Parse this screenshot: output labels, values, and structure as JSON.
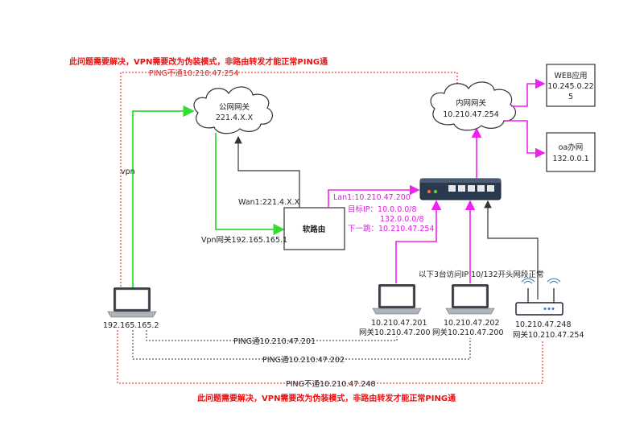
{
  "warnings": {
    "top": "此问题需要解决，VPN需要改为伪装模式，非路由转发才能正常PING通",
    "bottom": "此问题需要解决，VPN需要改为伪装模式，非路由转发才能正常PING通"
  },
  "clouds": {
    "public_gateway": {
      "title": "公网网关",
      "ip": "221.4.X.X"
    },
    "internal_gateway": {
      "title": "内网网关",
      "ip": "10.210.47.254"
    }
  },
  "boxes": {
    "web_app": {
      "line1": "WEB应用",
      "line2": "10.245.0.22",
      "line3": "5"
    },
    "oa_net": {
      "line1": "oa办网",
      "line2": "132.0.0.1"
    },
    "soft_router": {
      "label": "软路由"
    }
  },
  "links": {
    "vpn": "vpn",
    "wan": "Wan1:221.4.X.X",
    "vpn_gateway": "Vpn网关192.165.165.1",
    "lan": "Lan1:10.210.47.200",
    "target_ip_1": "目标IP：10.0.0.0/8",
    "target_ip_2": "132.0.0.0/8",
    "next_hop": "下一跳：10.210.47.254",
    "note": "以下3台访问IP 10/132开头网段正常"
  },
  "devices": {
    "vpn_laptop": {
      "ip": "192.165.165.2"
    },
    "laptop_201": {
      "ip": "10.210.47.201",
      "gw": "网关10.210.47.200"
    },
    "laptop_202": {
      "ip": "10.210.47.202",
      "gw": "网关10.210.47.200"
    },
    "router_248": {
      "ip": "10.210.47.248",
      "gw": "网关10.210.47.254"
    }
  },
  "pings": {
    "top": "PING不通10.210.47.254",
    "p201": "PING通10.210.47.201",
    "p202": "PING通10.210.47.202",
    "p248": "PING不通10.210.47.248"
  },
  "colors": {
    "green": "#33dd33",
    "magenta": "#ee22ee",
    "red": "#ee1111",
    "dark": "#333333"
  }
}
